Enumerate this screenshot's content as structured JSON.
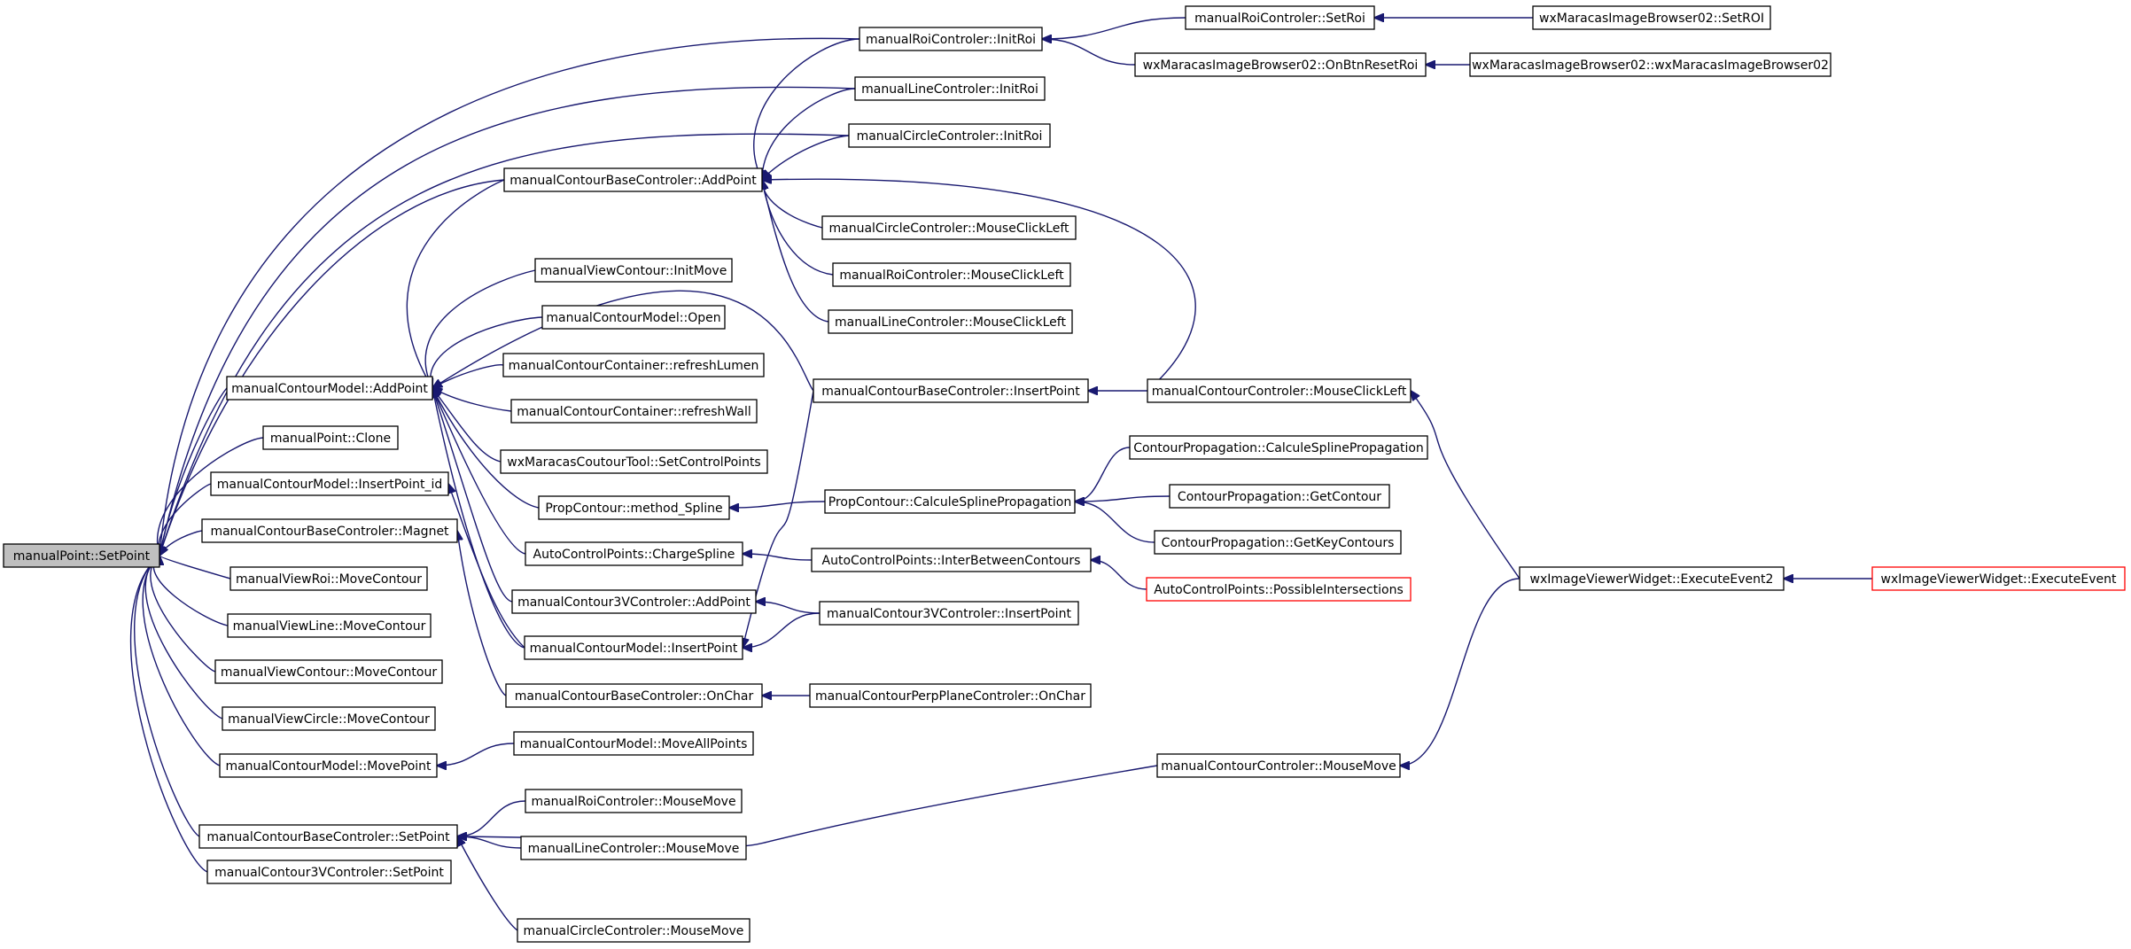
{
  "diagram": {
    "type": "call-graph",
    "colors": {
      "edge": "#191970",
      "root_fill": "#bfbfbf",
      "truncated_border": "#ff0000",
      "node_border": "#000000"
    },
    "nodes": [
      {
        "id": "n0",
        "label": "manualPoint::SetPoint",
        "root": true
      },
      {
        "id": "n1",
        "label": "manualRoiControler::InitRoi"
      },
      {
        "id": "n2",
        "label": "manualRoiControler::SetRoi"
      },
      {
        "id": "n3",
        "label": "wxMaracasImageBrowser02::SetROI"
      },
      {
        "id": "n4",
        "label": "wxMaracasImageBrowser02::OnBtnResetRoi"
      },
      {
        "id": "n5",
        "label": "wxMaracasImageBrowser02::wxMaracasImageBrowser02"
      },
      {
        "id": "n6",
        "label": "manualLineControler::InitRoi"
      },
      {
        "id": "n7",
        "label": "manualCircleControler::InitRoi"
      },
      {
        "id": "n8",
        "label": "manualContourBaseControler::AddPoint"
      },
      {
        "id": "n9",
        "label": "manualCircleControler::MouseClickLeft"
      },
      {
        "id": "n10",
        "label": "manualRoiControler::MouseClickLeft"
      },
      {
        "id": "n11",
        "label": "manualLineControler::MouseClickLeft"
      },
      {
        "id": "n12",
        "label": "manualViewContour::InitMove"
      },
      {
        "id": "n13",
        "label": "manualContourModel::Open"
      },
      {
        "id": "n14",
        "label": "manualContourContainer::refreshLumen"
      },
      {
        "id": "n15",
        "label": "manualContourModel::AddPoint"
      },
      {
        "id": "n16",
        "label": "manualContourBaseControler::InsertPoint"
      },
      {
        "id": "n17",
        "label": "manualContourControler::MouseClickLeft"
      },
      {
        "id": "n18",
        "label": "manualContourContainer::refreshWall"
      },
      {
        "id": "n19",
        "label": "manualPoint::Clone"
      },
      {
        "id": "n20",
        "label": "wxMaracasCoutourTool::SetControlPoints"
      },
      {
        "id": "n21",
        "label": "ContourPropagation::CalculeSplinePropagation"
      },
      {
        "id": "n22",
        "label": "manualContourModel::InsertPoint_id"
      },
      {
        "id": "n23",
        "label": "PropContour::method_Spline"
      },
      {
        "id": "n24",
        "label": "PropContour::CalculeSplinePropagation"
      },
      {
        "id": "n25",
        "label": "ContourPropagation::GetContour"
      },
      {
        "id": "n26",
        "label": "manualContourBaseControler::Magnet"
      },
      {
        "id": "n27",
        "label": "ContourPropagation::GetKeyContours"
      },
      {
        "id": "n28",
        "label": "AutoControlPoints::ChargeSpline"
      },
      {
        "id": "n29",
        "label": "AutoControlPoints::InterBetweenContours"
      },
      {
        "id": "n30",
        "label": "manualViewRoi::MoveContour"
      },
      {
        "id": "n31",
        "label": "AutoControlPoints::PossibleIntersections",
        "truncated": true
      },
      {
        "id": "n32",
        "label": "wxImageViewerWidget::ExecuteEvent2"
      },
      {
        "id": "n33",
        "label": "wxImageViewerWidget::ExecuteEvent",
        "truncated": true
      },
      {
        "id": "n34",
        "label": "manualContour3VControler::AddPoint"
      },
      {
        "id": "n35",
        "label": "manualViewLine::MoveContour"
      },
      {
        "id": "n36",
        "label": "manualContour3VControler::InsertPoint"
      },
      {
        "id": "n37",
        "label": "manualContourModel::InsertPoint"
      },
      {
        "id": "n38",
        "label": "manualViewContour::MoveContour"
      },
      {
        "id": "n39",
        "label": "manualContourBaseControler::OnChar"
      },
      {
        "id": "n40",
        "label": "manualContourPerpPlaneControler::OnChar"
      },
      {
        "id": "n41",
        "label": "manualViewCircle::MoveContour"
      },
      {
        "id": "n42",
        "label": "manualContourModel::MoveAllPoints"
      },
      {
        "id": "n43",
        "label": "manualContourControler::MouseMove"
      },
      {
        "id": "n44",
        "label": "manualContourModel::MovePoint"
      },
      {
        "id": "n45",
        "label": "manualRoiControler::MouseMove"
      },
      {
        "id": "n46",
        "label": "manualContourBaseControler::SetPoint"
      },
      {
        "id": "n47",
        "label": "manualLineControler::MouseMove"
      },
      {
        "id": "n48",
        "label": "manualContour3VControler::SetPoint"
      },
      {
        "id": "n49",
        "label": "manualCircleControler::MouseMove"
      }
    ],
    "edges": [
      [
        "n1",
        "n0"
      ],
      [
        "n6",
        "n0"
      ],
      [
        "n7",
        "n0"
      ],
      [
        "n8",
        "n0"
      ],
      [
        "n15",
        "n0"
      ],
      [
        "n19",
        "n0"
      ],
      [
        "n22",
        "n0"
      ],
      [
        "n26",
        "n0"
      ],
      [
        "n30",
        "n0"
      ],
      [
        "n35",
        "n0"
      ],
      [
        "n38",
        "n0"
      ],
      [
        "n41",
        "n0"
      ],
      [
        "n44",
        "n0"
      ],
      [
        "n46",
        "n0"
      ],
      [
        "n48",
        "n0"
      ],
      [
        "n2",
        "n1"
      ],
      [
        "n4",
        "n1"
      ],
      [
        "n3",
        "n2"
      ],
      [
        "n5",
        "n4"
      ],
      [
        "n1",
        "n8"
      ],
      [
        "n6",
        "n8"
      ],
      [
        "n7",
        "n8"
      ],
      [
        "n9",
        "n8"
      ],
      [
        "n10",
        "n8"
      ],
      [
        "n11",
        "n8"
      ],
      [
        "n17",
        "n8"
      ],
      [
        "n8",
        "n15"
      ],
      [
        "n12",
        "n15"
      ],
      [
        "n13",
        "n15"
      ],
      [
        "n14",
        "n15"
      ],
      [
        "n18",
        "n15"
      ],
      [
        "n20",
        "n15"
      ],
      [
        "n23",
        "n15"
      ],
      [
        "n28",
        "n15"
      ],
      [
        "n34",
        "n15"
      ],
      [
        "n37",
        "n15"
      ],
      [
        "n16",
        "n15"
      ],
      [
        "n17",
        "n16"
      ],
      [
        "n32",
        "n17"
      ],
      [
        "n33",
        "n32"
      ],
      [
        "n24",
        "n23"
      ],
      [
        "n21",
        "n24"
      ],
      [
        "n25",
        "n24"
      ],
      [
        "n27",
        "n24"
      ],
      [
        "n29",
        "n28"
      ],
      [
        "n31",
        "n29"
      ],
      [
        "n36",
        "n34"
      ],
      [
        "n16",
        "n37"
      ],
      [
        "n36",
        "n37"
      ],
      [
        "n37",
        "n22"
      ],
      [
        "n39",
        "n26"
      ],
      [
        "n40",
        "n39"
      ],
      [
        "n42",
        "n44"
      ],
      [
        "n45",
        "n46"
      ],
      [
        "n47",
        "n46"
      ],
      [
        "n49",
        "n46"
      ],
      [
        "n43",
        "n46"
      ],
      [
        "n32",
        "n43"
      ]
    ]
  }
}
